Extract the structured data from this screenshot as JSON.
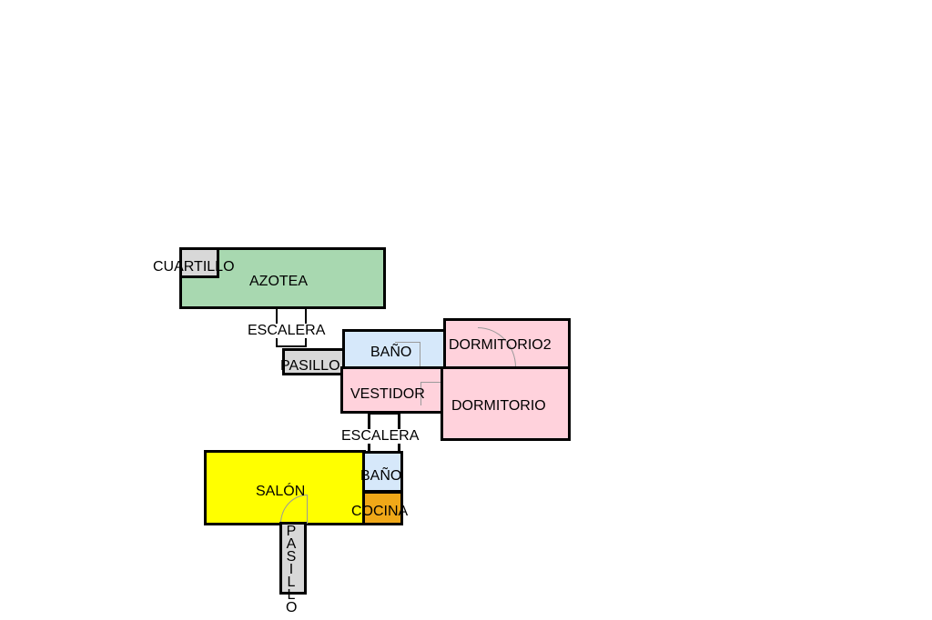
{
  "colors": {
    "azotea": "#a8d8b0",
    "cuartillo": "#d8d8d8",
    "pasillo": "#d8d8d8",
    "bano": "#d6e8fa",
    "dormitorio": "#ffd2dc",
    "vestidor": "#ffd2dc",
    "salon": "#ffff00",
    "cocina": "#f0a818",
    "escalera": "#ffffff",
    "walls": "#000000"
  },
  "rooms": {
    "cuartillo": "CUARTILLO",
    "azotea": "AZOTEA",
    "escalera_top": "ESCALERA",
    "pasillo_top": "PASILLO",
    "bano_top": "BAÑO",
    "dormitorio2": "DORMITORIO2",
    "vestidor": "VESTIDOR",
    "dormitorio": "DORMITORIO",
    "escalera_mid": "ESCALERA",
    "salon": "SALÓN",
    "bano_bottom": "BAÑO",
    "cocina": "COCINA",
    "pasillo_bottom": "PASILLO"
  }
}
